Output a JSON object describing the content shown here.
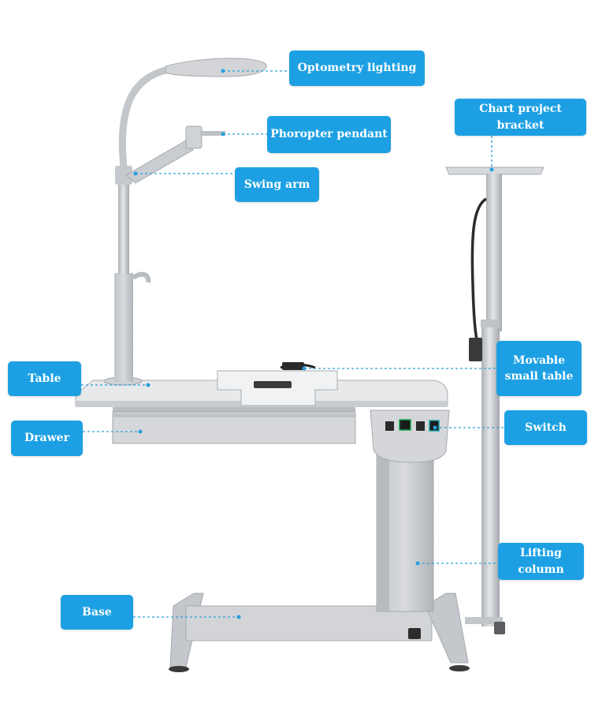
{
  "colors": {
    "label_bg": "#1da0e3",
    "label_text": "#ffffff",
    "leader_line": "#2aa0dc",
    "equipment": "#c9ccd0"
  },
  "labels": {
    "optometry_lighting": "Optometry lighting",
    "phoropter_pendant": "Phoropter pendant",
    "swing_arm": "Swing arm",
    "chart_project_bracket": "Chart project bracket",
    "table": "Table",
    "movable_small_table": [
      "Movable",
      "small table"
    ],
    "drawer": "Drawer",
    "switch": "Switch",
    "lifting_column": [
      "Lifting",
      "column"
    ],
    "base": "Base"
  }
}
